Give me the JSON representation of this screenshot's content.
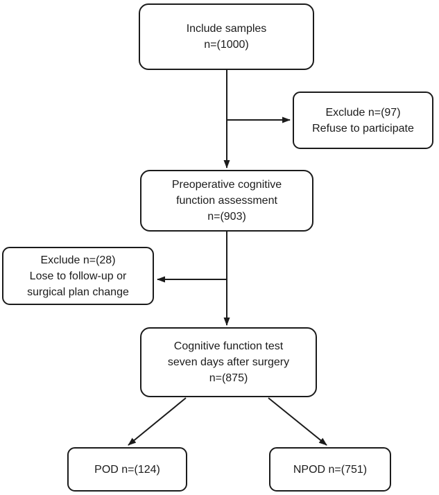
{
  "diagram": {
    "type": "flowchart",
    "nodes": [
      {
        "id": "include-samples",
        "lines": [
          "Include samples",
          "n=(1000)"
        ]
      },
      {
        "id": "exclude-refuse",
        "lines": [
          "Exclude n=(97)",
          "Refuse to participate"
        ]
      },
      {
        "id": "preoperative-assessment",
        "lines": [
          "Preoperative cognitive",
          "function assessment",
          "n=(903)"
        ]
      },
      {
        "id": "exclude-followup",
        "lines": [
          "Exclude n=(28)",
          "Lose to follow-up or",
          "surgical plan change"
        ]
      },
      {
        "id": "cognitive-test",
        "lines": [
          "Cognitive function test",
          "seven days after surgery",
          "n=(875)"
        ]
      },
      {
        "id": "pod",
        "lines": [
          "POD n=(124)"
        ]
      },
      {
        "id": "npod",
        "lines": [
          "NPOD n=(751)"
        ]
      }
    ],
    "colors": {
      "line": "#1b1b1b",
      "border": "#1b1b1b",
      "text": "#1b1b1b",
      "background": "#ffffff"
    }
  }
}
